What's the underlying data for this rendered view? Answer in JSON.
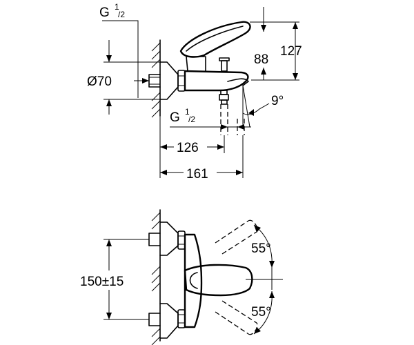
{
  "drawing": {
    "side_view": {
      "thread_top": {
        "base": "G",
        "sup": "1",
        "sub": "/2"
      },
      "thread_bottom": {
        "base": "G",
        "sup": "1",
        "sub": "/2"
      },
      "diameter": "Ø70",
      "height_spout": "88",
      "height_total": "127",
      "angle_spout": "9°",
      "depth_spout": "126",
      "depth_total": "161"
    },
    "front_view": {
      "center_distance": "150±15",
      "angle_upper": "55°",
      "angle_lower": "55°"
    }
  }
}
